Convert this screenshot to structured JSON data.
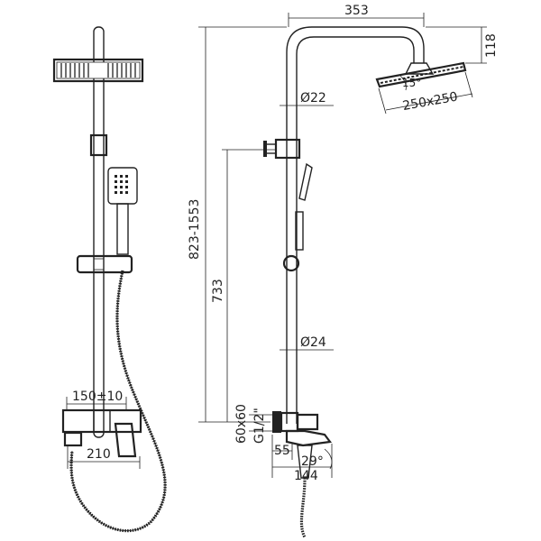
{
  "dimensions": {
    "arm_reach": "353",
    "head_drop": "118",
    "tilt_angle": "15°",
    "head_size": "250x250",
    "upper_pipe_dia": "Ø22",
    "height_range": "823-1553",
    "bar_height": "733",
    "lower_pipe_dia": "Ø24",
    "escutcheon_size": "60x60",
    "thread_size": "G1/2\"",
    "spout_dim_a": "55",
    "spout_angle": "29°",
    "spout_reach": "144",
    "inlet_spacing": "150±10",
    "valve_width": "210"
  }
}
